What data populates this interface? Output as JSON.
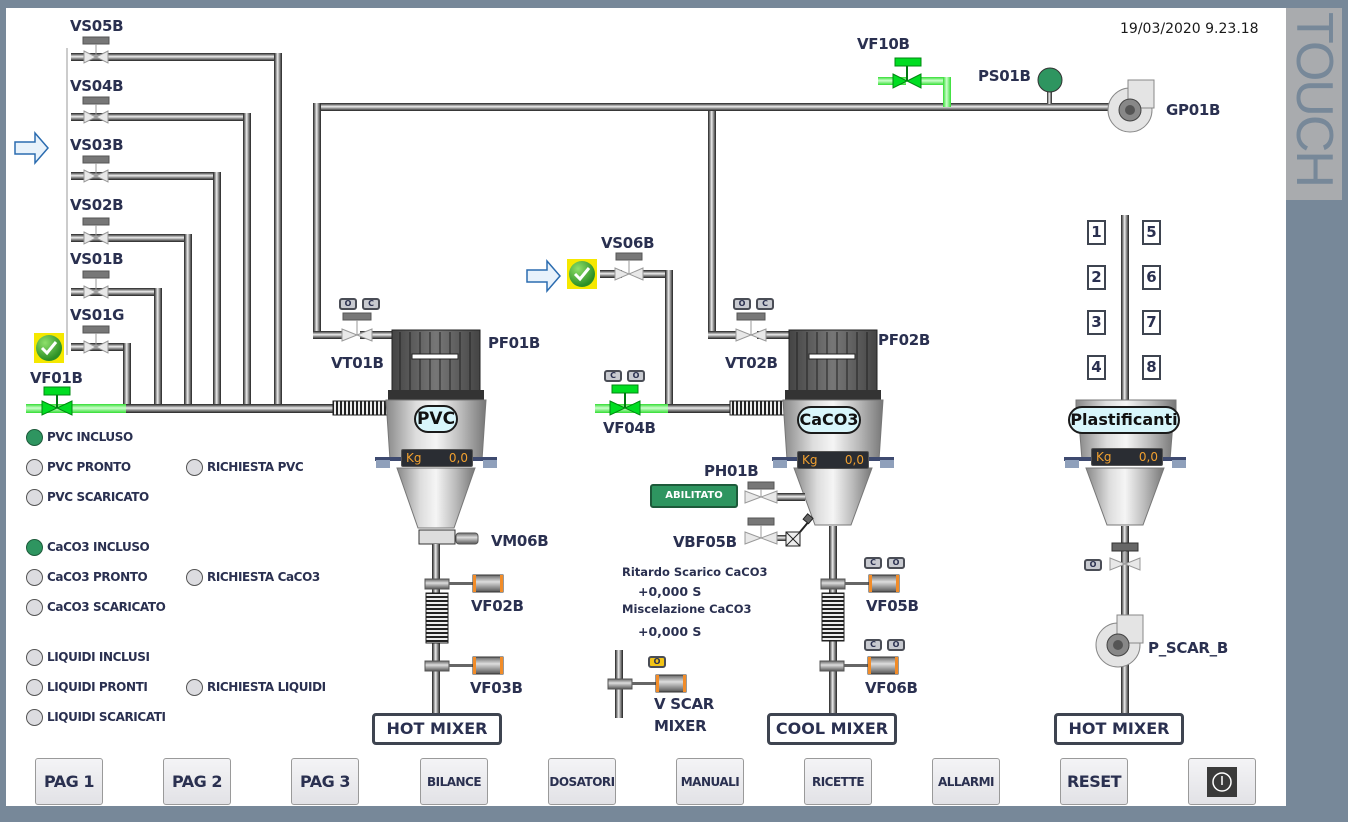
{
  "datetime": "19/03/2020 9.23.18",
  "side_label": "TOUCH",
  "valves": {
    "vs05b": "VS05B",
    "vs04b": "VS04B",
    "vs03b": "VS03B",
    "vs02b": "VS02B",
    "vs01b": "VS01B",
    "vs01g": "VS01G",
    "vf01b": "VF01B",
    "vt01b": "VT01B",
    "vt02b": "VT02B",
    "vs06b": "VS06B",
    "vf04b": "VF04B",
    "vf10b": "VF10B",
    "vm06b": "VM06B",
    "vf02b": "VF02B",
    "vf03b": "VF03B",
    "vf05b": "VF05B",
    "vf06b": "VF06B",
    "ph01b": "PH01B",
    "vbf05b": "VBF05B",
    "v_scar_mixer_1": "V SCAR",
    "v_scar_mixer_2": "MIXER"
  },
  "equipment": {
    "pf01b": "PF01B",
    "pf02b": "PF02B",
    "ps01b": "PS01B",
    "gp01b": "GP01B",
    "p_scar_b": "P_SCAR_B"
  },
  "hoppers": [
    {
      "name": "PVC",
      "unit": "Kg",
      "value": "0,0"
    },
    {
      "name": "CaCO3",
      "unit": "Kg",
      "value": "0,0"
    },
    {
      "name": "Plastificanti",
      "unit": "Kg",
      "value": "0,0"
    }
  ],
  "mixers": {
    "left": "HOT MIXER",
    "middle": "COOL MIXER",
    "right": "HOT MIXER"
  },
  "oc_buttons": {
    "o": "O",
    "c": "C"
  },
  "ph01b_status": "ABILITATO",
  "parameters": {
    "ritardo_label": "Ritardo Scarico CaCO3",
    "ritardo_value": "+0,000 S",
    "miscelazione_label": "Miscelazione CaCO3",
    "miscelazione_value": "+0,000 S"
  },
  "liquid_slots": [
    "1",
    "2",
    "3",
    "4",
    "5",
    "6",
    "7",
    "8"
  ],
  "status": {
    "pvc_incluso": {
      "label": "PVC INCLUSO",
      "on": true
    },
    "pvc_pronto": {
      "label": "PVC PRONTO",
      "on": false
    },
    "pvc_scaricato": {
      "label": "PVC SCARICATO",
      "on": false
    },
    "richiesta_pvc": {
      "label": "RICHIESTA PVC",
      "on": false
    },
    "caco3_incluso": {
      "label": "CaCO3 INCLUSO",
      "on": true
    },
    "caco3_pronto": {
      "label": "CaCO3 PRONTO",
      "on": false
    },
    "caco3_scaricato": {
      "label": "CaCO3 SCARICATO",
      "on": false
    },
    "richiesta_caco3": {
      "label": "RICHIESTA CaCO3",
      "on": false
    },
    "liquidi_inclusi": {
      "label": "LIQUIDI INCLUSI",
      "on": false
    },
    "liquidi_pronti": {
      "label": "LIQUIDI PRONTI",
      "on": false
    },
    "liquidi_scaricati": {
      "label": "LIQUIDI SCARICATI",
      "on": false
    },
    "richiesta_liquidi": {
      "label": "RICHIESTA LIQUIDI",
      "on": false
    }
  },
  "nav": {
    "pag1": "PAG 1",
    "pag2": "PAG 2",
    "pag3": "PAG 3",
    "bilance": "BILANCE",
    "dosatori": "DOSATORI",
    "manuali": "MANUALI",
    "ricette": "RICETTE",
    "allarmi": "ALLARMI",
    "reset": "RESET",
    "power_icon": "power-icon"
  },
  "colors": {
    "frame": "#778899",
    "active_green": "#22ee22",
    "status_on": "#2e9560",
    "label": "#2a3050",
    "kg_text": "#f0a030"
  }
}
